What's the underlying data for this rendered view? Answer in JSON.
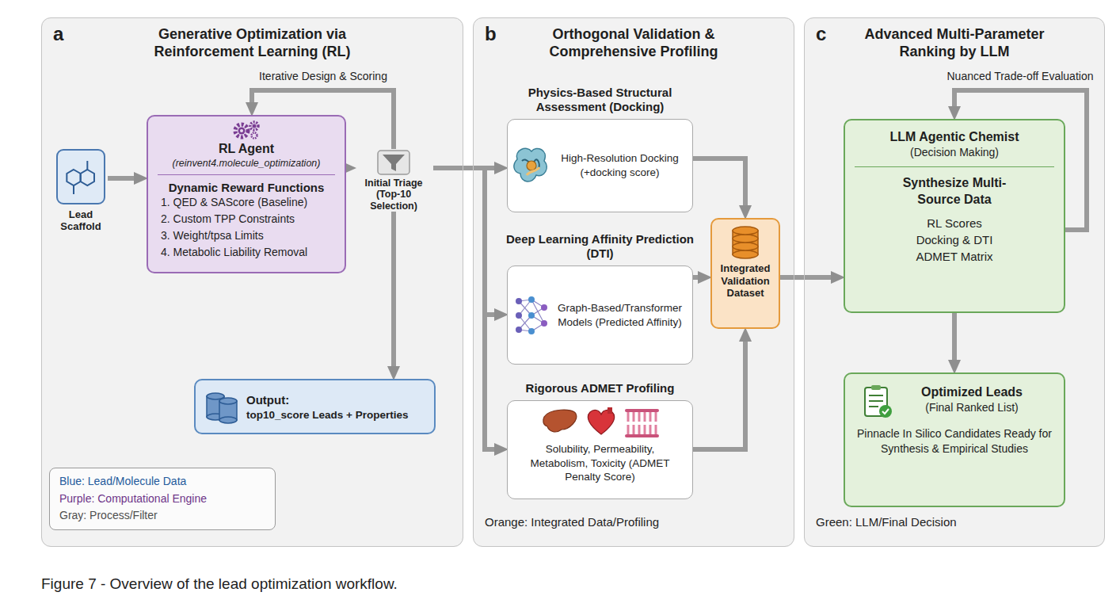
{
  "diagram": {
    "caption": "Figure 7 - Overview of the lead optimization workflow.",
    "nodes": [
      {
        "text": [
          "a",
          "Generative Optimization via Reinforcement Learning (RL)"
        ]
      },
      {
        "text": [
          "Lead Scaffold"
        ],
        "in": 0
      },
      {
        "text": [
          "RL Agent",
          "(reinvent4.molecule_optimization)",
          "Dynamic Reward Functions",
          "1. QED & SAScore (Baseline)",
          "2. Custom TPP Constraints",
          "3. Weight/tpsa Limits",
          "4. Metabolic Liability Removal"
        ],
        "in": 0
      },
      {
        "text": [
          "Initial Triage (Top-10 Selection)"
        ],
        "in": 0
      },
      {
        "text": [
          "Output:",
          "top10_score Leads + Properties"
        ],
        "in": 0
      },
      {
        "text": [
          "Blue: Lead/Molecule Data",
          "Purple: Computational Engine",
          "Gray: Process/Filter"
        ],
        "in": 0
      },
      {
        "text": [
          "b",
          "Orthogonal Validation & Comprehensive Profiling"
        ]
      },
      {
        "text": [
          "Physics-Based Structural Assessment (Docking)",
          "High-Resolution Docking (+docking score)"
        ],
        "in": 6
      },
      {
        "text": [
          "Deep Learning Affinity Prediction (DTI)",
          "Graph-Based/Transformer Models (Predicted Affinity)"
        ],
        "in": 6
      },
      {
        "text": [
          "Rigorous ADMET Profiling",
          "Solubility, Permeability, Metabolism, Toxicity (ADMET Penalty Score)"
        ],
        "in": 6
      },
      {
        "text": [
          "Integrated Validation Dataset"
        ],
        "in": 6
      },
      {
        "text": [
          "c",
          "Advanced Multi-Parameter Ranking by LLM"
        ]
      },
      {
        "text": [
          "LLM Agentic Chemist",
          "(Decision Making)",
          "Synthesize Multi-Source Data",
          "RL Scores Docking & DTI ADMET Matrix"
        ],
        "in": 11
      },
      {
        "text": [
          "Optimized Leads",
          "(Final Ranked List)",
          "Pinnacle In Silico Candidates Ready for Synthesis & Empirical Studies"
        ],
        "in": 11
      }
    ],
    "edges": [
      {
        "from": 1,
        "to": 2,
        "arrow": "to"
      },
      {
        "from": 2,
        "to": 3,
        "arrow": "to"
      },
      {
        "from": 3,
        "to": 4,
        "arrow": "to"
      },
      {
        "from": 3,
        "to": 2,
        "label": "Iterative Design & Scoring",
        "arrow": "to"
      },
      {
        "from": 3,
        "to": 7,
        "arrow": "to"
      },
      {
        "from": 3,
        "to": 8,
        "arrow": "to"
      },
      {
        "from": 3,
        "to": 9,
        "arrow": "to"
      },
      {
        "from": 7,
        "to": 10,
        "arrow": "to"
      },
      {
        "from": 8,
        "to": 10,
        "arrow": "to"
      },
      {
        "from": 9,
        "to": 10,
        "arrow": "to"
      },
      {
        "from": 10,
        "to": 12,
        "arrow": "to"
      },
      {
        "from": 12,
        "to": 12,
        "label": "Nuanced Trade-off Evaluation",
        "arrow": "to"
      },
      {
        "from": 12,
        "to": 13,
        "arrow": "to"
      }
    ],
    "labels": [
      "Orange: Integrated Data/Profiling",
      "Green: LLM/Final Decision"
    ]
  }
}
